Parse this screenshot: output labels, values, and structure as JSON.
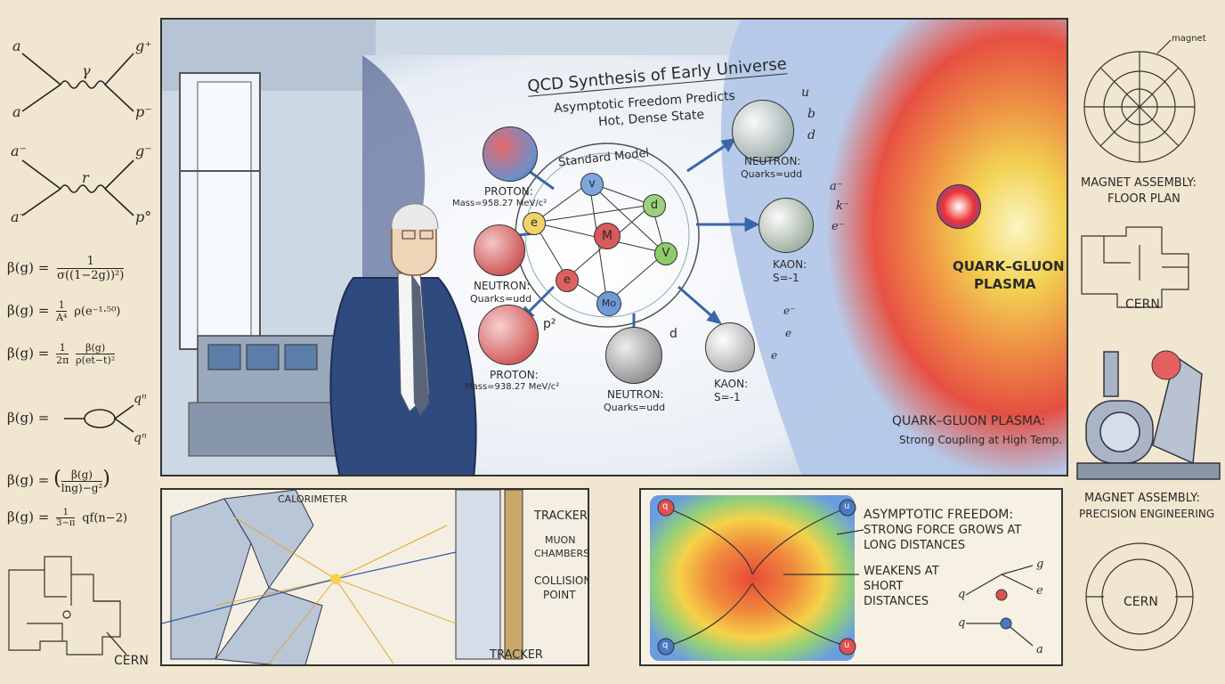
{
  "main_panel": {
    "title": "QCD Synthesis of Early Universe",
    "subtitle_line1": "Asymptotic Freedom Predicts",
    "subtitle_line2": "Hot, Dense State",
    "center_label": "Standard Model",
    "center_nodes": [
      "v",
      "d",
      "e",
      "M",
      "e",
      "V",
      "Mo"
    ],
    "particles": [
      {
        "name": "PROTON:",
        "detail": "Mass=958.27 MeV/c²"
      },
      {
        "name": "NEUTRON:",
        "detail": "Quarks=udd"
      },
      {
        "name": "PROTON:",
        "detail": "Mass=938.27 MeV/c²"
      },
      {
        "name": "NEUTRON:",
        "detail": "Quarks=udd"
      },
      {
        "name": "NEUTRON:",
        "detail": "Quarks=udd"
      },
      {
        "name": "KAON:",
        "detail": "S=-1"
      },
      {
        "name": "KAON:",
        "detail": "S=-1"
      }
    ],
    "quark_labels": [
      "u",
      "b",
      "d"
    ],
    "kaon_labels": [
      "a⁻",
      "k⁻",
      "e⁻"
    ],
    "scatter_labels": [
      "e⁻",
      "e",
      "e"
    ],
    "neutron_side_label": "d",
    "proton_side_label": "p²",
    "qgp_title_line1": "QUARK–GLUON",
    "qgp_title_line2": "PLASMA",
    "qgp_caption_line1": "QUARK–GLUON PLASMA:",
    "qgp_caption_line2": "Strong Coupling at High Temp."
  },
  "left_column": {
    "diagrams": [
      {
        "in_top": "a",
        "in_bottom": "a",
        "boson": "γ",
        "out_top": "g⁺",
        "out_bottom": "p⁻"
      },
      {
        "in_top": "a⁻",
        "in_bottom": "a⁻",
        "boson": "r",
        "out_top": "g⁻",
        "out_bottom": "p°"
      }
    ],
    "equations": [
      {
        "lhs": "β(g) =",
        "num": "1",
        "den": "σ((1−2g))²)"
      },
      {
        "lhs": "β(g) =",
        "num": "1",
        "den": "A⁴",
        "rest": "ρ(e⁻¹·⁵⁰)"
      },
      {
        "lhs": "β(g) =",
        "num": "1",
        "den": "2π",
        "num2": "β(g)",
        "den2": "ρ(et−t)²"
      },
      {
        "lhs": "β(g) =",
        "loop_top": "qⁿ",
        "loop_bottom": "qⁿ"
      },
      {
        "lhs": "β(g) =",
        "num": "β(g)",
        "den": "lng)−g²"
      },
      {
        "lhs": "β(g) =",
        "num": "1",
        "den": "3−π",
        "rest": "qf(n−2)"
      }
    ],
    "cern_label": "CERN"
  },
  "detector_panel": {
    "labels": [
      "CALORIMETER",
      "TRACKER",
      "MUON",
      "CHAMBERS",
      "COLLISION",
      "POINT",
      "TRACKER"
    ]
  },
  "freedom_panel": {
    "title": "ASYMPTOTIC FREEDOM:",
    "line1": "STRONG FORCE GROWS AT",
    "line2": "LONG DISTANCES",
    "weak1": "WEAKENS AT",
    "weak2": "SHORT",
    "weak3": "DISTANCES",
    "corner_quarks": [
      "q",
      "u",
      "q",
      "u"
    ],
    "vertex_labels": [
      "g",
      "e",
      "a",
      "q",
      "q"
    ]
  },
  "right_column": {
    "magnet_label": "magnet",
    "floor_plan_line1": "MAGNET ASSEMBLY:",
    "floor_plan_line2": "FLOOR PLAN",
    "cern_top": "CERN",
    "precision_line1": "MAGNET ASSEMBLY:",
    "precision_line2": "PRECISION ENGINEERING",
    "cern_bottom": "CERN"
  },
  "colors": {
    "paper": "#f1e6cf",
    "ink": "#2a2a2a",
    "suit": "#2f4a7e",
    "plasma_red": "#e8493a",
    "plasma_yellow": "#f5d24a",
    "quark_blue": "#4a78c2"
  }
}
